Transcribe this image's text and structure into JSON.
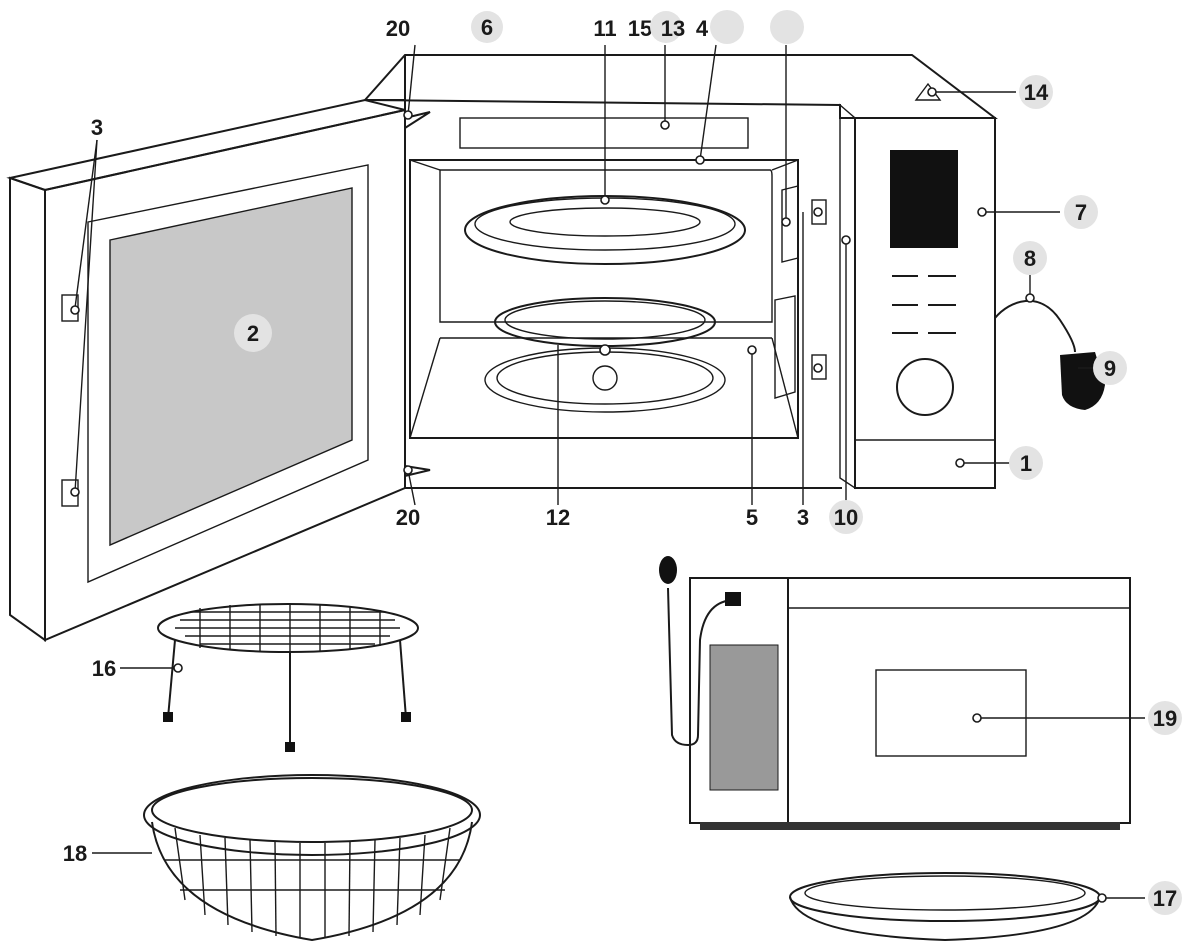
{
  "callouts": {
    "n1": "1",
    "n2": "2",
    "n3a": "3",
    "n3b": "3",
    "n4": "4",
    "n5": "5",
    "n6": "6",
    "n7": "7",
    "n8": "8",
    "n9": "9",
    "n10": "10",
    "n11": "11",
    "n12": "12",
    "n13": "13",
    "n14": "14",
    "n15": "15",
    "n16": "16",
    "n17": "17",
    "n18": "18",
    "n19": "19",
    "n20a": "20",
    "n20b": "20"
  },
  "colors": {
    "line": "#1a1a1a",
    "badge": "#e3e3e3",
    "window": "#c8c8c8",
    "plug": "#111111"
  }
}
